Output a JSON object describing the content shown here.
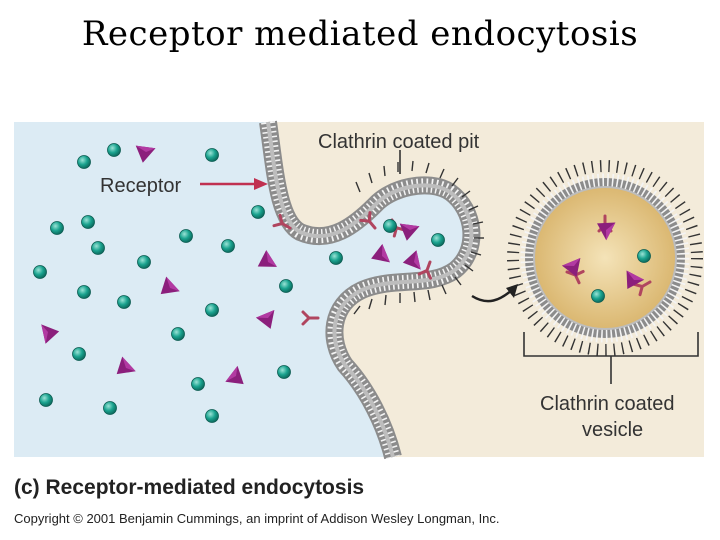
{
  "slide": {
    "title": "Receptor mediated endocytosis"
  },
  "figure": {
    "labels": {
      "clathrin_coated_pit": "Clathrin coated pit",
      "receptor": "Receptor",
      "vesicle_line1": "Clathrin coated",
      "vesicle_line2": "vesicle"
    },
    "caption": "(c) Receptor-mediated endocytosis",
    "copyright": "Copyright © 2001 Benjamin Cummings, an imprint of Addison Wesley Longman, Inc."
  },
  "colors": {
    "extracellular": "#dcebf4",
    "cytoplasm": "#f3ebda",
    "vesicle_interior": "#e6c88a",
    "membrane": "#9a9a9a",
    "ligand_ball": "#1aa38f",
    "ligand_triangle": "#8b1f7c",
    "receptor": "#b0455f"
  }
}
